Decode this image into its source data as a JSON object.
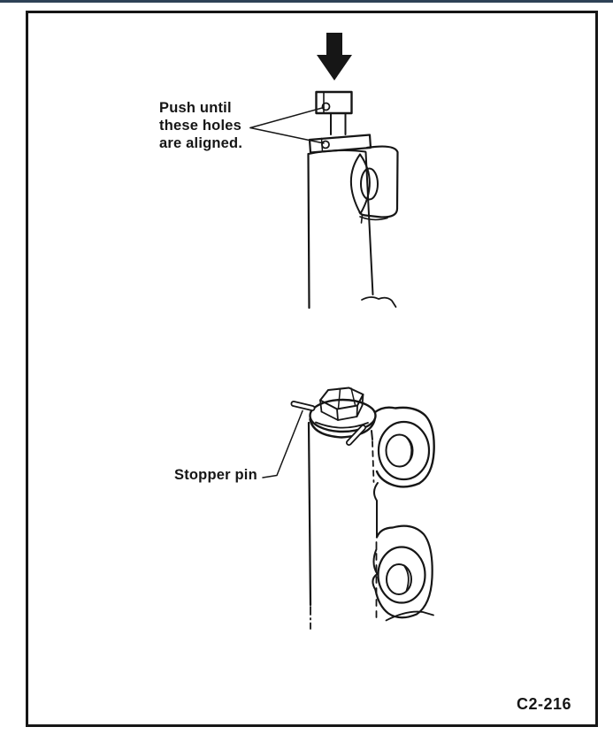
{
  "figure": {
    "type": "technical-illustration",
    "annotations": {
      "push_instruction": "Push until\nthese holes\nare aligned.",
      "stopper_pin": "Stopper pin",
      "figure_code": "C2-216"
    },
    "icons": {
      "down_arrow": "push-down-arrow-icon"
    },
    "colors": {
      "line": "#161616",
      "background": "#ffffff",
      "top_rule": "#2e4156"
    }
  }
}
